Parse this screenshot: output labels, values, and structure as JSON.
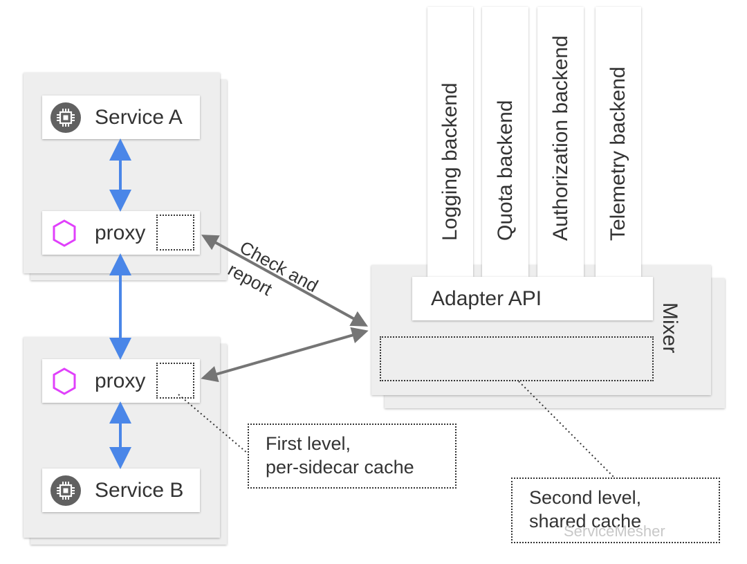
{
  "services": {
    "service_a": {
      "label": "Service A",
      "icon": "chip-icon"
    },
    "service_b": {
      "label": "Service B",
      "icon": "chip-icon"
    },
    "proxy_top": {
      "label": "proxy",
      "icon": "hexagon-icon"
    },
    "proxy_bottom": {
      "label": "proxy",
      "icon": "hexagon-icon"
    }
  },
  "backends": [
    {
      "label": "Logging backend"
    },
    {
      "label": "Quota backend"
    },
    {
      "label": "Authorization backend"
    },
    {
      "label": "Telemetry backend"
    }
  ],
  "mixer": {
    "label": "Mixer",
    "adapter_label": "Adapter API"
  },
  "edges": {
    "check_line1": "Check and",
    "check_line2": "report"
  },
  "notes": {
    "first_line1": "First level,",
    "first_line2": "per-sidecar cache",
    "second_line1": "Second level,",
    "second_line2": "shared cache"
  },
  "watermark": "ServiceMesher",
  "colors": {
    "service_arrow": "#4a86e8",
    "check_arrow": "#757575",
    "hexagon": "#e040fb",
    "chip_bg": "#616161"
  }
}
